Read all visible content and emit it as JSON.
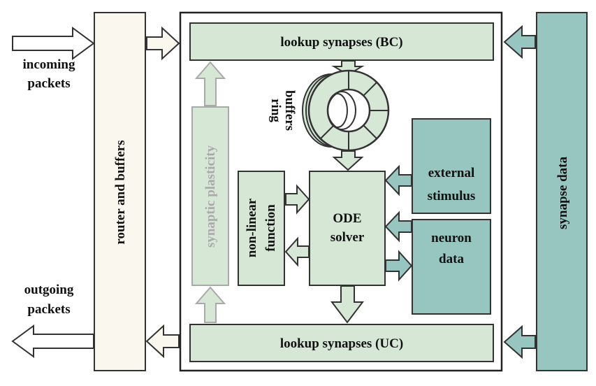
{
  "labels": {
    "incoming_line1": "incoming",
    "incoming_line2": "packets",
    "outgoing_line1": "outgoing",
    "outgoing_line2": "packets",
    "router": "router and buffers",
    "lookup_bc": "lookup synapses (BC)",
    "lookup_uc": "lookup synapses (UC)",
    "synaptic_plasticity": "synaptic plasticity",
    "ring_line1": "ring",
    "ring_line2": "buffers",
    "nonlinear_line1": "non-linear",
    "nonlinear_line2": "function",
    "ode_line1": "ODE",
    "ode_line2": "solver",
    "external_line1": "external",
    "external_line2": "stimulus",
    "neuron_line1": "neuron",
    "neuron_line2": "data",
    "synapse_data": "synapse data"
  },
  "colors": {
    "router_fill": "#f9f7ee",
    "light_green": "#d6e7d6",
    "teal": "#97c5c0",
    "faded_stroke": "#a9a9a9",
    "stroke": "#333333"
  }
}
